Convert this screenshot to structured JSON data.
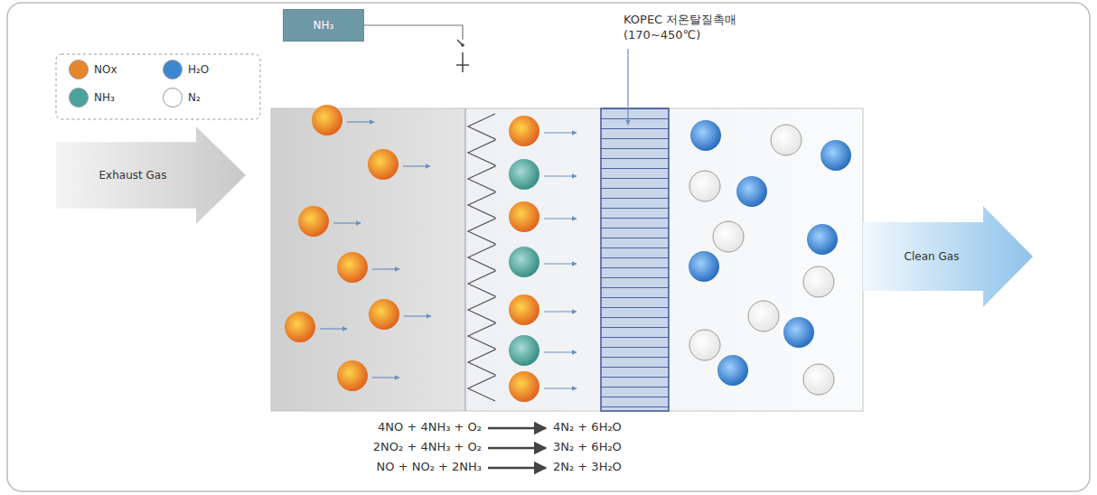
{
  "diagram": {
    "nodes": [
      {
        "text": [
          "NH₃"
        ]
      },
      {
        "text": [
          "Exhaust Gas"
        ]
      },
      {
        "text": [
          "Clean Gas"
        ]
      }
    ],
    "labels": [
      "KOPEC 저온탈질촉매 (170~450℃)",
      "4NO + 4NH₃ + O₂",
      "4N₂ + 6H₂O",
      "2NO₂ + 4NH₃ + O₂",
      "3N₂ + 6H₂O",
      "NO + NO₂ + 2NH₃",
      "2N₂ + 3H₂O"
    ],
    "legend": [
      {
        "text": "NOx",
        "color": "#e8862a"
      },
      {
        "text": "H₂O",
        "color": "#3b86d0"
      },
      {
        "text": "NH₃",
        "color": "#4aa39a"
      },
      {
        "text": "N₂",
        "color": "#ffffff"
      }
    ]
  }
}
